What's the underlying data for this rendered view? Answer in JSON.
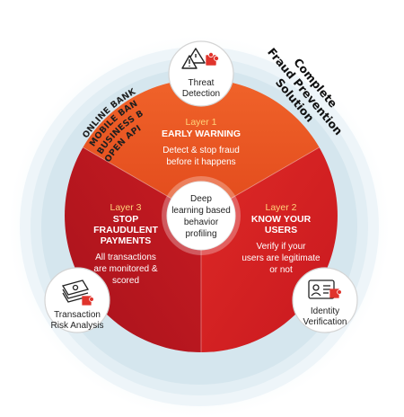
{
  "diagram": {
    "side_title": [
      "Complete",
      "Fraud Prevention",
      "Solution"
    ],
    "channels": [
      "ONLINE BANKING",
      "MOBILE BANKING",
      "BUSINESS BANKING",
      "OPEN API"
    ],
    "center": [
      "Deep",
      "learning based",
      "behavior",
      "profiling"
    ],
    "layers": [
      {
        "number": "Layer 1",
        "title": [
          "EARLY WARNING"
        ],
        "body": [
          "Detect & stop fraud",
          "before it happens"
        ]
      },
      {
        "number": "Layer 2",
        "title": [
          "KNOW YOUR",
          "USERS"
        ],
        "body": [
          "Verify if your",
          "users are legitimate",
          "or not"
        ]
      },
      {
        "number": "Layer 3",
        "title": [
          "STOP",
          "FRAUDULENT",
          "PAYMENTS"
        ],
        "body": [
          "All transactions",
          "are monitored &",
          "scored"
        ]
      }
    ],
    "nodes": [
      {
        "label": [
          "Threat",
          "Detection"
        ],
        "icon": "warning-triangles-icon"
      },
      {
        "label": [
          "Identity",
          "Verification"
        ],
        "icon": "id-card-icon"
      },
      {
        "label": [
          "Transaction",
          "Risk Analysis"
        ],
        "icon": "money-stack-icon"
      }
    ],
    "colors": {
      "layer1": "#e9541f",
      "layer2": "#d41f24",
      "layer3": "#b7151f",
      "accent": "#e0342c",
      "layer_number": "#ffd27a"
    }
  }
}
